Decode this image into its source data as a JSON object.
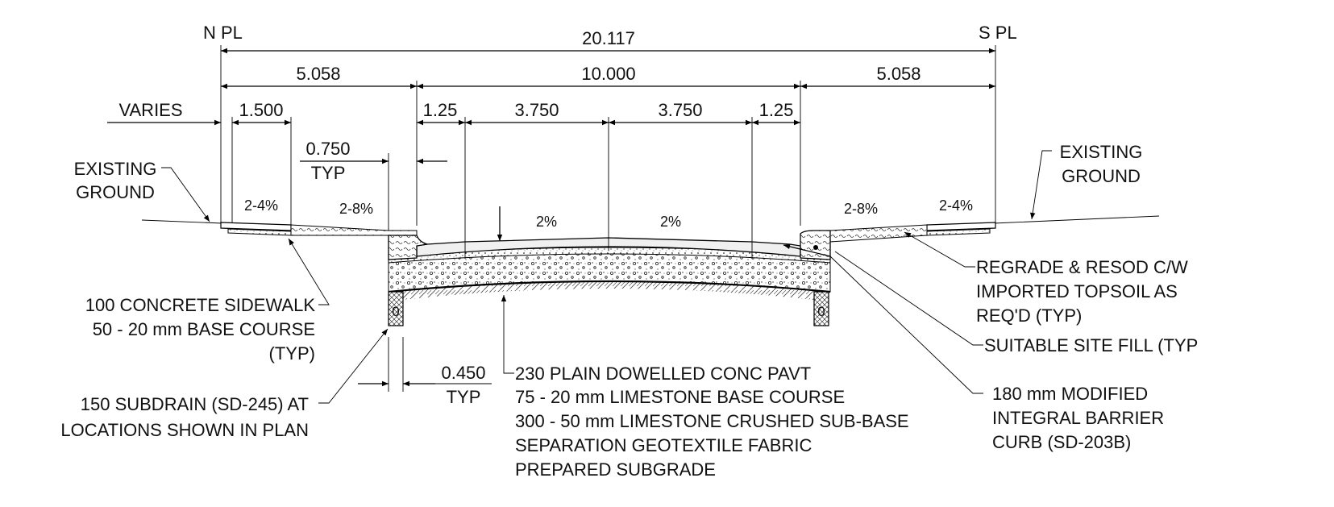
{
  "property_lines": {
    "north": "N PL",
    "south": "S PL"
  },
  "dimensions": {
    "overall": "20.117",
    "left_boulevard": "5.058",
    "roadway": "10.000",
    "right_boulevard": "5.058",
    "varies": "VARIES",
    "sidewalk": "1.500",
    "gutter_left": "1.25",
    "lane_left": "3.750",
    "lane_right": "3.750",
    "gutter_right": "1.25",
    "offset": "0.750",
    "offset_typ": "TYP",
    "subdrain_offset": "0.450",
    "subdrain_typ": "TYP"
  },
  "slopes": {
    "sidewalk_left": "2-4%",
    "boulevard_left": "2-8%",
    "lane_left": "2%",
    "lane_right": "2%",
    "boulevard_right": "2-8%",
    "sidewalk_right": "2-4%"
  },
  "callouts": {
    "existing_ground_left": [
      "EXISTING",
      "GROUND"
    ],
    "existing_ground_right": [
      "EXISTING",
      "GROUND"
    ],
    "sidewalk": [
      "100 CONCRETE SIDEWALK",
      "50 - 20 mm BASE COURSE",
      "(TYP)"
    ],
    "subdrain": [
      "150 SUBDRAIN (SD-245) AT",
      "LOCATIONS SHOWN IN PLAN"
    ],
    "pavement": [
      "230 PLAIN DOWELLED CONC PAVT",
      "75 - 20 mm LIMESTONE BASE COURSE",
      "300 - 50 mm LIMESTONE CRUSHED SUB-BASE",
      "SEPARATION GEOTEXTILE FABRIC",
      "PREPARED SUBGRADE"
    ],
    "regrade": [
      "REGRADE & RESOD C/W",
      "IMPORTED TOPSOIL AS",
      "REQ'D (TYP)"
    ],
    "site_fill": [
      "SUITABLE SITE FILL (TYP"
    ],
    "curb": [
      "180 mm MODIFIED",
      "INTEGRAL BARRIER",
      "CURB (SD-203B)"
    ]
  },
  "drain_label": "0"
}
